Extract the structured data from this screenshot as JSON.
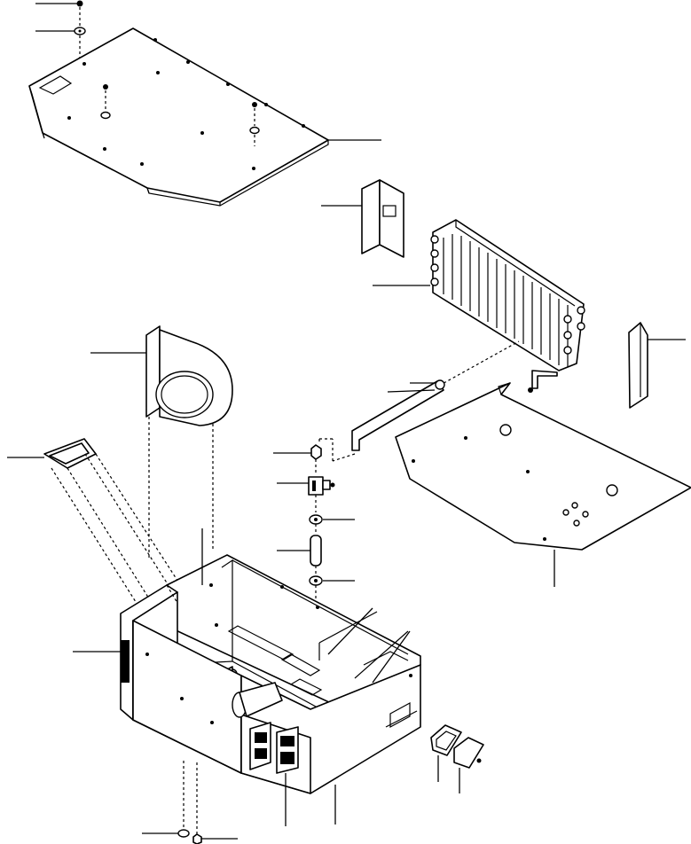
{
  "diagram": {
    "style": "exploded-parts-line-drawing",
    "colors": {
      "ink": "#000000",
      "paper": "#ffffff"
    },
    "parts": [
      {
        "id": "top-screw"
      },
      {
        "id": "top-washer"
      },
      {
        "id": "top-cover-plate"
      },
      {
        "id": "side-bracket"
      },
      {
        "id": "evaporator-core"
      },
      {
        "id": "right-bracket"
      },
      {
        "id": "blower-fan"
      },
      {
        "id": "air-duct"
      },
      {
        "id": "hose-tube"
      },
      {
        "id": "fitting-nut"
      },
      {
        "id": "expansion-valve"
      },
      {
        "id": "o-ring-upper"
      },
      {
        "id": "drier-tube"
      },
      {
        "id": "o-ring-lower"
      },
      {
        "id": "base-plate"
      },
      {
        "id": "heater-case"
      },
      {
        "id": "switch-panel"
      },
      {
        "id": "gasket"
      },
      {
        "id": "cover-plate-small"
      },
      {
        "id": "bottom-washer"
      },
      {
        "id": "bottom-nut"
      }
    ]
  }
}
